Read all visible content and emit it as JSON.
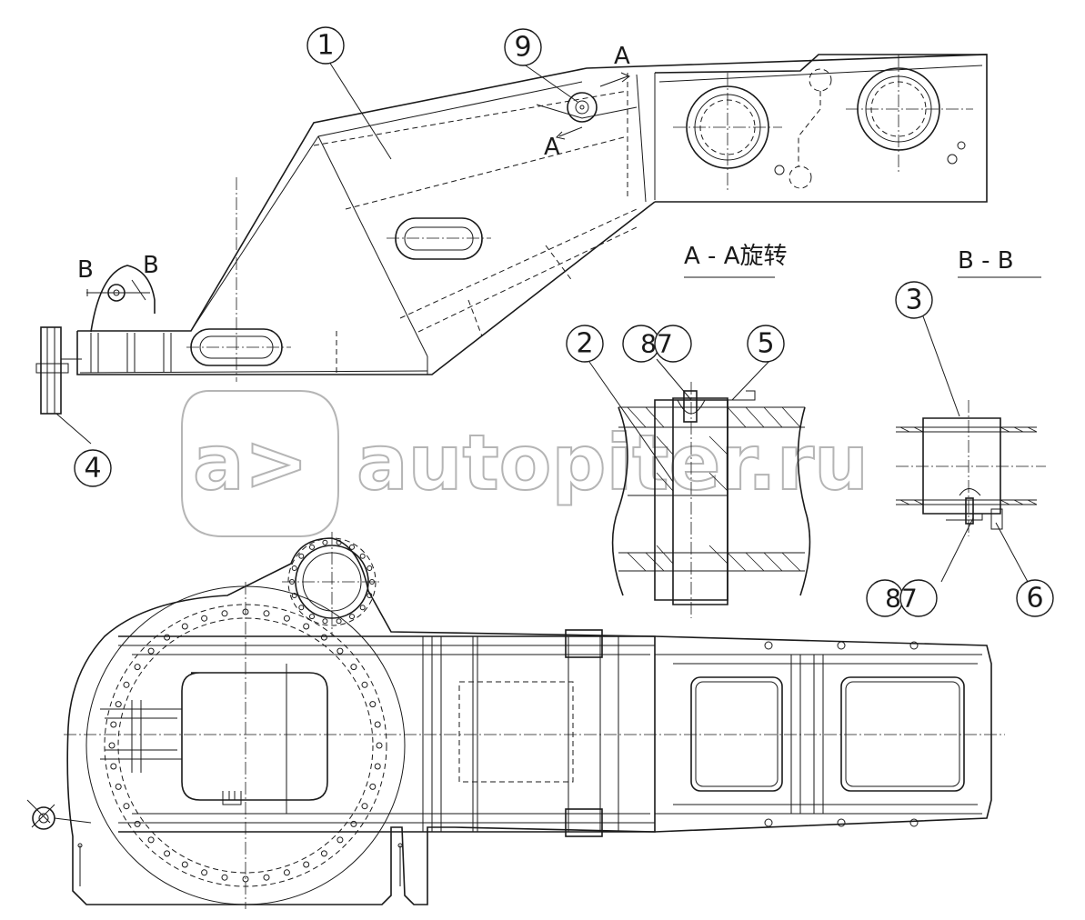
{
  "callouts": [
    {
      "id": "c1",
      "label": "1"
    },
    {
      "id": "c2",
      "label": "2"
    },
    {
      "id": "c3",
      "label": "3"
    },
    {
      "id": "c4",
      "label": "4"
    },
    {
      "id": "c5",
      "label": "5"
    },
    {
      "id": "c6",
      "label": "6"
    },
    {
      "id": "c9",
      "label": "9"
    },
    {
      "id": "c87a",
      "label": "87"
    },
    {
      "id": "c87b",
      "label": "87"
    }
  ],
  "section_labels": {
    "aa_title": "A - A旋转",
    "bb_title": "B - B",
    "a_top": "A",
    "a_side": "A",
    "b_left": "B",
    "b_right": "B"
  },
  "watermark": {
    "logo": "a>",
    "text": "autopiter.ru"
  }
}
